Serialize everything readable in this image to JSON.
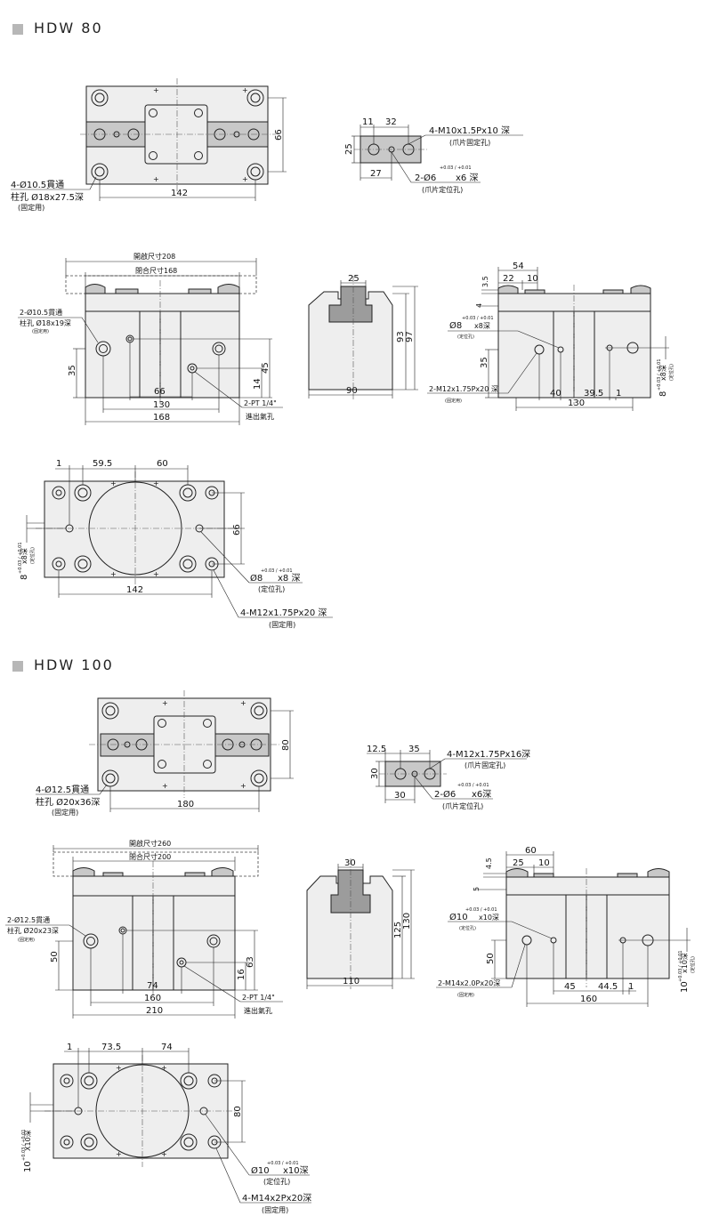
{
  "sections": [
    {
      "title": "HDW  80"
    },
    {
      "title": "HDW  100"
    }
  ],
  "hdw80": {
    "top": {
      "hole_line1": "4-Ø10.5貫通",
      "hole_line2": "柱孔 Ø18x27.5深",
      "hole_line3": "(固定用)",
      "width": "142",
      "height": "66"
    },
    "jaw": {
      "d11": "11",
      "d32": "32",
      "d25": "25",
      "d27": "27",
      "thread": "4-M10x1.5Px10 深",
      "thread_sub": "(爪片固定孔)",
      "pin_main": "2-Ø6",
      "pin_tol": "+0.03 / +0.01",
      "pin_depth": "x6 深",
      "pin_sub": "(爪片定位孔)"
    },
    "front": {
      "open": "開啟尺寸208",
      "close": "閉合尺寸168",
      "hole_line1": "2-Ø10.5貫通",
      "hole_line2": "柱孔 Ø18x19深",
      "hole_line3": "(固定用)",
      "d35": "35",
      "d66": "66",
      "d130": "130",
      "d168": "168",
      "d14": "14",
      "d45": "45",
      "port": "2-PT 1/4\"",
      "port_sub": "進出氣孔"
    },
    "side": {
      "d25": "25",
      "d90": "90",
      "d93": "93",
      "d97": "97"
    },
    "right": {
      "d54": "54",
      "d22": "22",
      "d10": "10",
      "d35t": "3.5",
      "d4": "4",
      "pin_main": "Ø8",
      "pin_tol": "+0.03 / +0.01",
      "pin_depth": "x8深",
      "pin_sub": "(定位孔)",
      "d35": "35",
      "thread": "2-M12x1.75Px20 深",
      "thread_sub": "(固定用)",
      "d40": "40",
      "d395": "39.5",
      "d1": "1",
      "d130": "130",
      "vert_main": "8",
      "vert_tol": "+0.03 / +0.01",
      "vert_depth": "x8深",
      "vert_sub": "(定位孔)"
    },
    "bottom": {
      "d1": "1",
      "d595": "59.5",
      "d60": "60",
      "d66": "66",
      "d142": "142",
      "pin_main": "Ø8",
      "pin_tol": "+0.03 / +0.01",
      "pin_depth": "x8 深",
      "pin_sub": "(定位孔)",
      "thread": "4-M12x1.75Px20 深",
      "thread_sub": "(固定用)",
      "vert_main": "8",
      "vert_tol": "+0.03 / +0.01",
      "vert_depth": "x8深",
      "vert_sub": "(定位孔)"
    }
  },
  "hdw100": {
    "top": {
      "hole_line1": "4-Ø12.5貫通",
      "hole_line2": "柱孔 Ø20x36深",
      "hole_line3": "(固定用)",
      "width": "180",
      "height": "80"
    },
    "jaw": {
      "d125": "12.5",
      "d35": "35",
      "d30": "30",
      "d30b": "30",
      "thread": "4-M12x1.75Px16深",
      "thread_sub": "(爪片固定孔)",
      "pin_main": "2-Ø6",
      "pin_tol": "+0.03 / +0.01",
      "pin_depth": "x6深",
      "pin_sub": "(爪片定位孔)"
    },
    "front": {
      "open": "開啟尺寸260",
      "close": "閉合尺寸200",
      "hole_line1": "2-Ø12.5貫通",
      "hole_line2": "柱孔 Ø20x23深",
      "hole_line3": "(固定用)",
      "d50": "50",
      "d74": "74",
      "d160": "160",
      "d210": "210",
      "d16": "16",
      "d63": "63",
      "port": "2-PT 1/4\"",
      "port_sub": "進出氣孔"
    },
    "side": {
      "d30": "30",
      "d110": "110",
      "d125": "125",
      "d130": "130"
    },
    "right": {
      "d60": "60",
      "d25": "25",
      "d10": "10",
      "d45t": "4.5",
      "d5": "5",
      "pin_main": "Ø10",
      "pin_tol": "+0.03 / +0.01",
      "pin_depth": "x10深",
      "pin_sub": "(定位孔)",
      "d50": "50",
      "thread": "2-M14x2.0Px20深",
      "thread_sub": "(固定用)",
      "d45": "45",
      "d445": "44.5",
      "d1": "1",
      "d160": "160",
      "vert_main": "10",
      "vert_tol": "+0.03 / +0.01",
      "vert_depth": "x10深",
      "vert_sub": "(定位孔)"
    },
    "bottom": {
      "d1": "1",
      "d735": "73.5",
      "d74": "74",
      "d80": "80",
      "pin_main": "Ø10",
      "pin_tol": "+0.03 / +0.01",
      "pin_depth": "x10深",
      "pin_sub": "(定位孔)",
      "thread": "4-M14x2Px20深",
      "thread_sub": "(固定用)",
      "vert_main": "10",
      "vert_tol": "+0.03 / +0.01",
      "vert_depth": "X10深"
    }
  }
}
